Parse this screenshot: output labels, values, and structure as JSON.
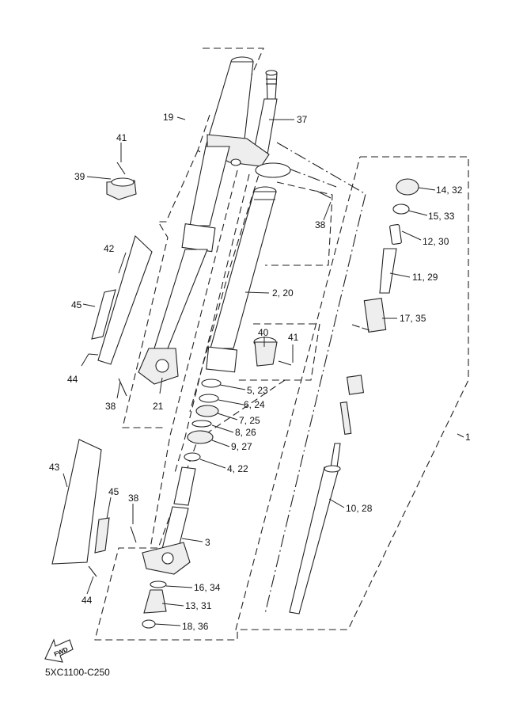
{
  "diagram": {
    "title_code": "5XC1100-C250",
    "fwd_label": "FWD",
    "callouts": [
      {
        "id": "c19",
        "text": "19"
      },
      {
        "id": "c37",
        "text": "37"
      },
      {
        "id": "c41a",
        "text": "41"
      },
      {
        "id": "c39",
        "text": "39"
      },
      {
        "id": "c38a",
        "text": "38"
      },
      {
        "id": "c14",
        "text": "14, 32"
      },
      {
        "id": "c15",
        "text": "15, 33"
      },
      {
        "id": "c12",
        "text": "12, 30"
      },
      {
        "id": "c11",
        "text": "11, 29"
      },
      {
        "id": "c42",
        "text": "42"
      },
      {
        "id": "c45a",
        "text": "45"
      },
      {
        "id": "c2",
        "text": "2, 20"
      },
      {
        "id": "c17",
        "text": "17, 35"
      },
      {
        "id": "c40",
        "text": "40"
      },
      {
        "id": "c41b",
        "text": "41"
      },
      {
        "id": "c44a",
        "text": "44"
      },
      {
        "id": "c38b",
        "text": "38"
      },
      {
        "id": "c21",
        "text": "21"
      },
      {
        "id": "c5",
        "text": "5, 23"
      },
      {
        "id": "c6",
        "text": "6, 24"
      },
      {
        "id": "c7",
        "text": "7, 25"
      },
      {
        "id": "c8",
        "text": "8, 26"
      },
      {
        "id": "c9",
        "text": "9, 27"
      },
      {
        "id": "c1",
        "text": "1"
      },
      {
        "id": "c43",
        "text": "43"
      },
      {
        "id": "c4",
        "text": "4, 22"
      },
      {
        "id": "c45b",
        "text": "45"
      },
      {
        "id": "c38c",
        "text": "38"
      },
      {
        "id": "c10",
        "text": "10, 28"
      },
      {
        "id": "c3",
        "text": "3"
      },
      {
        "id": "c44b",
        "text": "44"
      },
      {
        "id": "c16",
        "text": "16, 34"
      },
      {
        "id": "c13",
        "text": "13, 31"
      },
      {
        "id": "c18",
        "text": "18, 36"
      }
    ]
  }
}
